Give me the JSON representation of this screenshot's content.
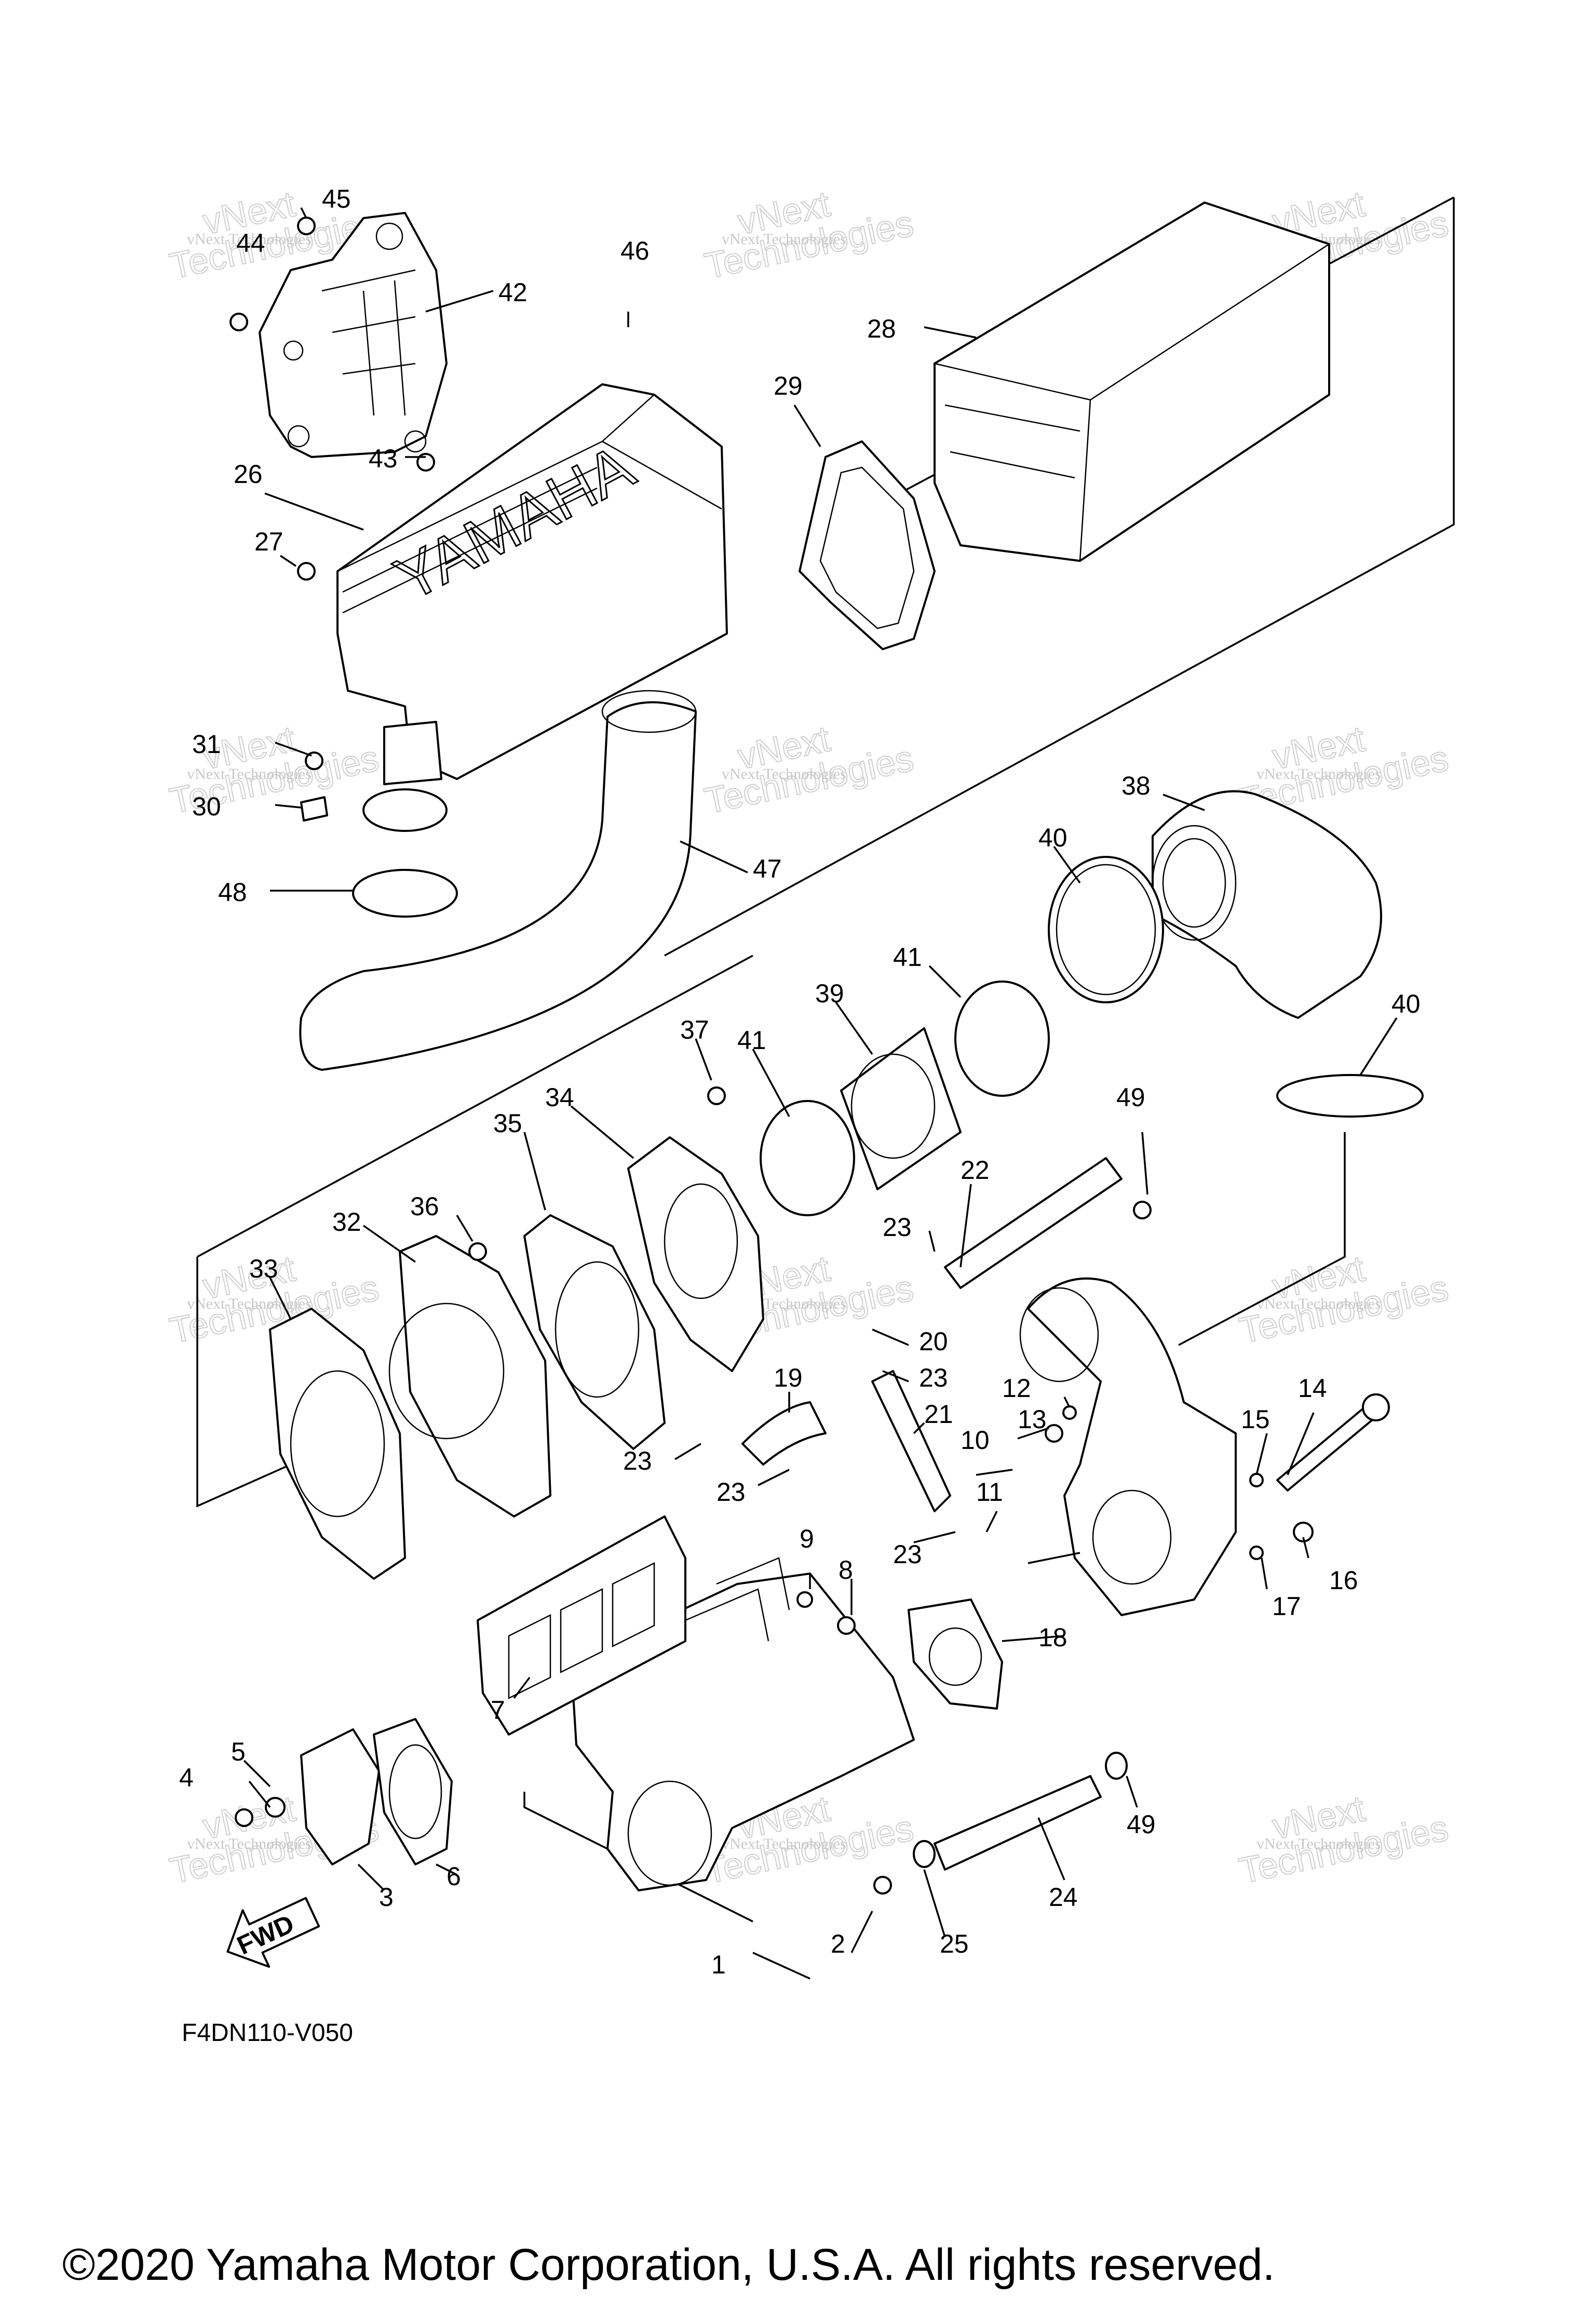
{
  "diagram": {
    "part_callouts": [
      "1",
      "2",
      "3",
      "4",
      "5",
      "6",
      "7",
      "8",
      "9",
      "10",
      "11",
      "12",
      "13",
      "14",
      "15",
      "16",
      "17",
      "18",
      "19",
      "20",
      "21",
      "22",
      "23",
      "23",
      "23",
      "23",
      "23",
      "24",
      "25",
      "26",
      "27",
      "28",
      "29",
      "30",
      "31",
      "32",
      "33",
      "34",
      "35",
      "36",
      "37",
      "38",
      "39",
      "40",
      "40",
      "41",
      "41",
      "42",
      "43",
      "44",
      "45",
      "46",
      "47",
      "48",
      "49",
      "49"
    ],
    "fwd_label": "FWD",
    "brand_text": "YAMAHA",
    "diagram_code": "F4DN110-V050",
    "watermark_small": "vNext Technologies",
    "watermark_big_1": "vNext",
    "watermark_big_2": "Technologies"
  },
  "footer": {
    "copyright": "©2020 Yamaha Motor Corporation, U.S.A. All rights reserved."
  }
}
